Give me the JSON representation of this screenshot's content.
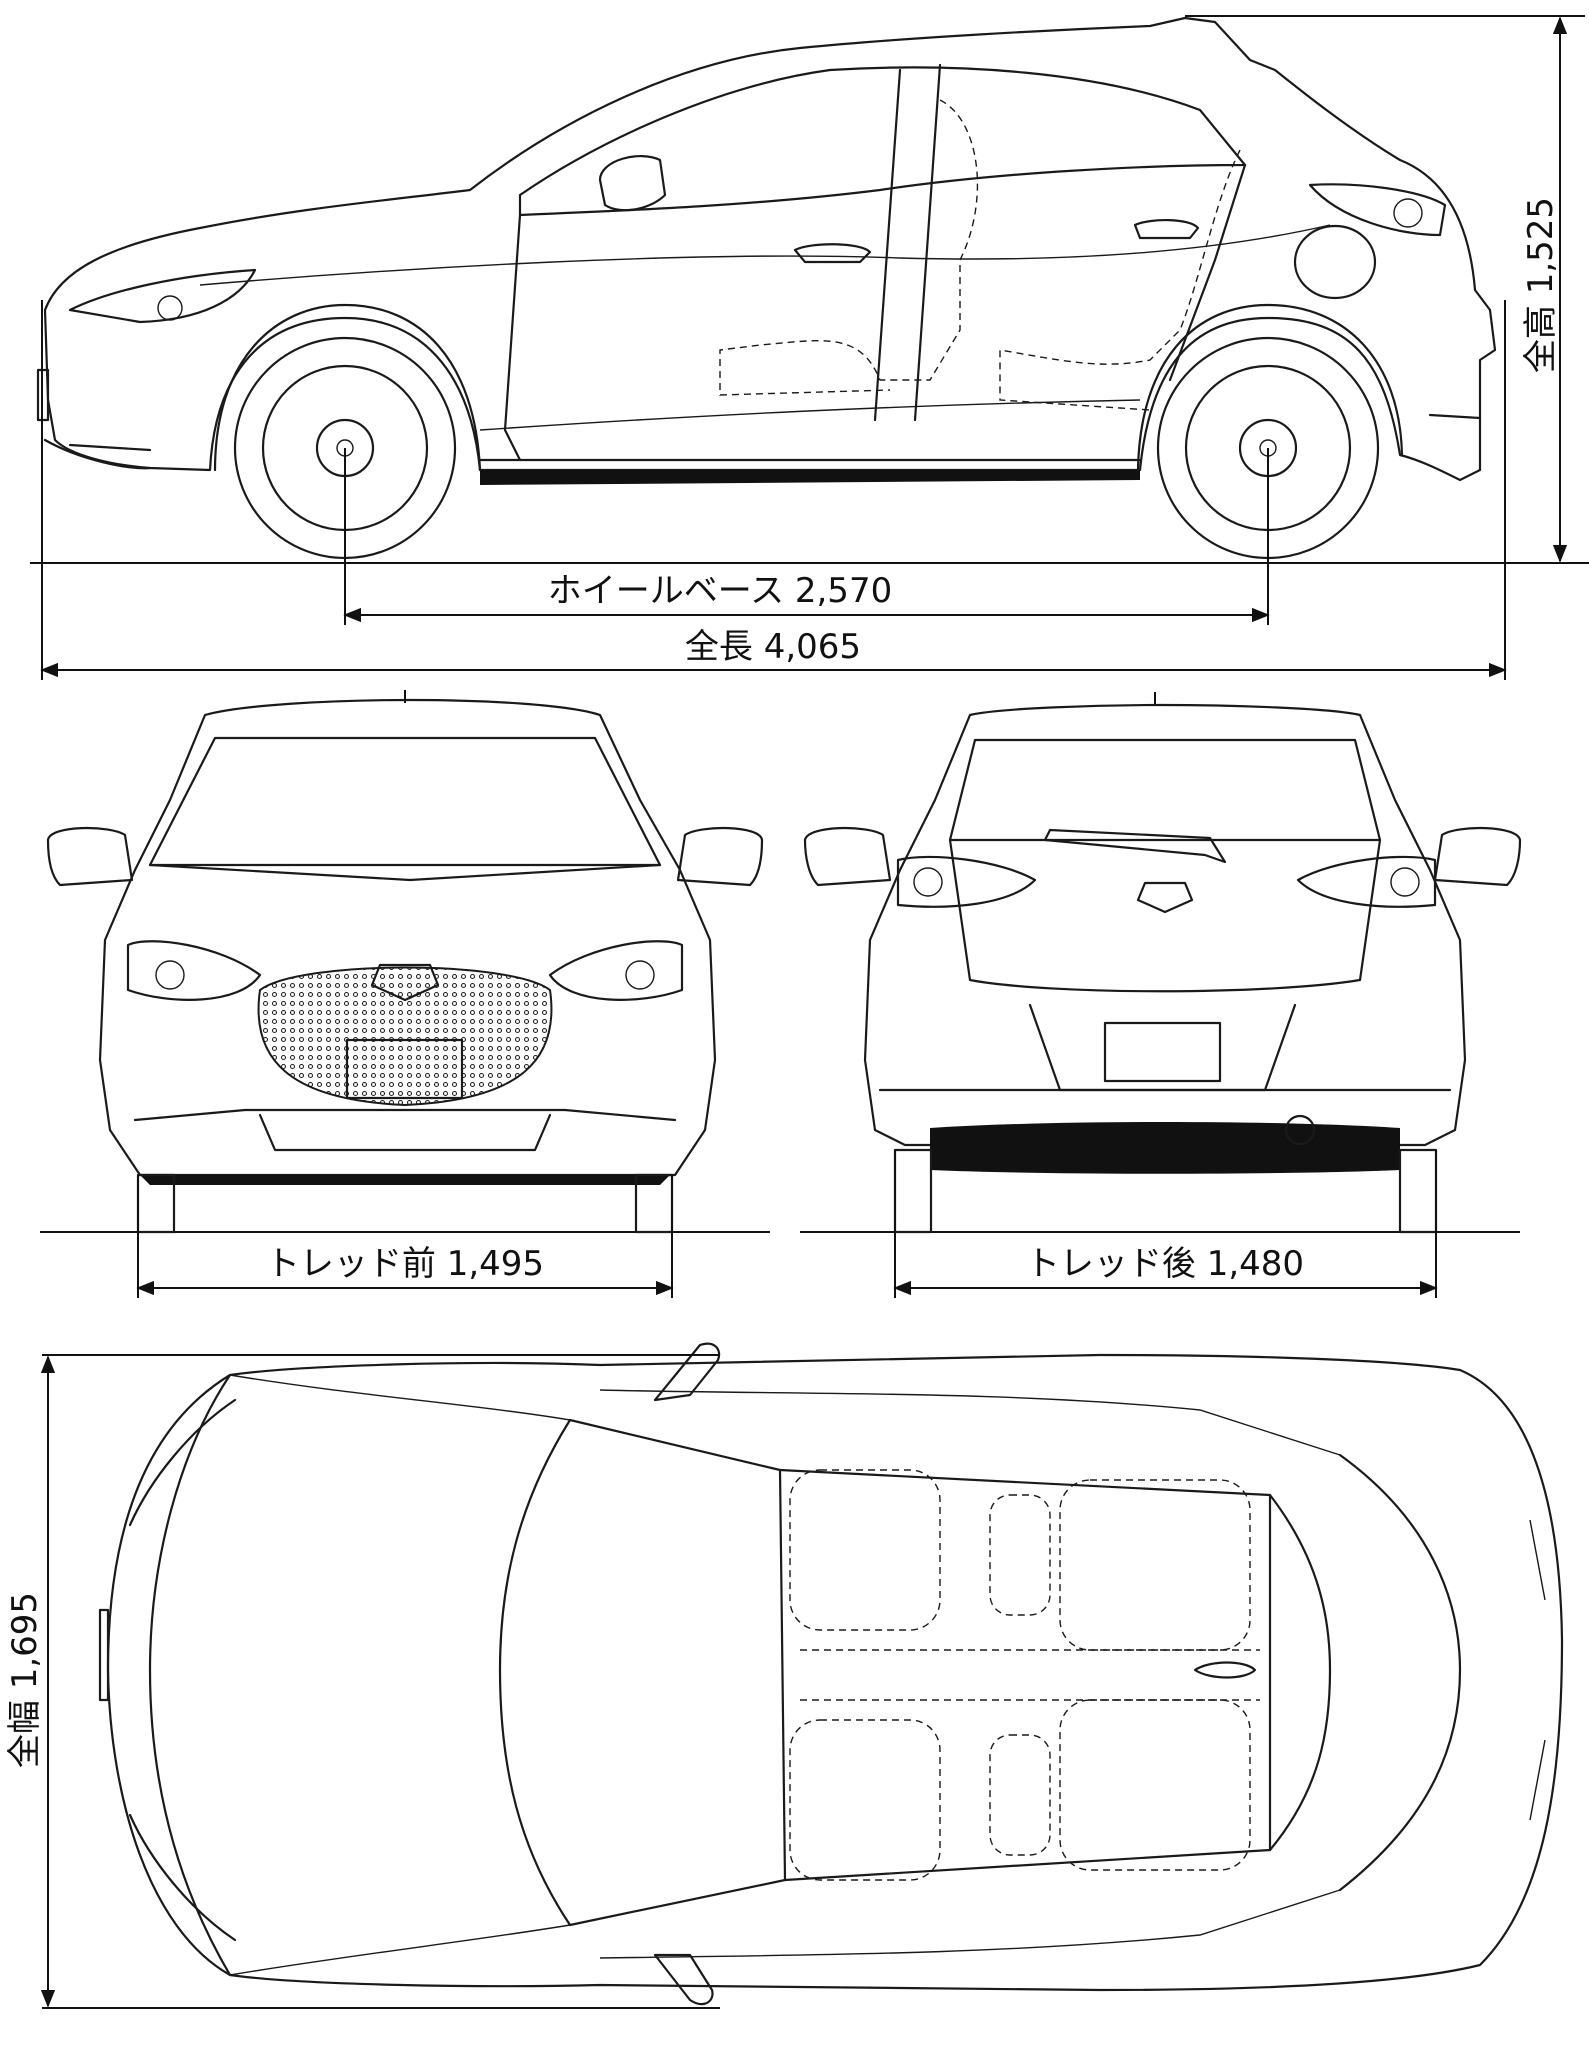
{
  "dimensions": {
    "wheelbase": "ホイールベース 2,570",
    "overall_length": "全長 4,065",
    "overall_height": "全高 1,525",
    "front_tread": "トレッド前 1,495",
    "rear_tread": "トレッド後 1,480",
    "overall_width": "全幅 1,695"
  },
  "views": [
    "side-view",
    "front-view",
    "rear-view",
    "top-view"
  ]
}
